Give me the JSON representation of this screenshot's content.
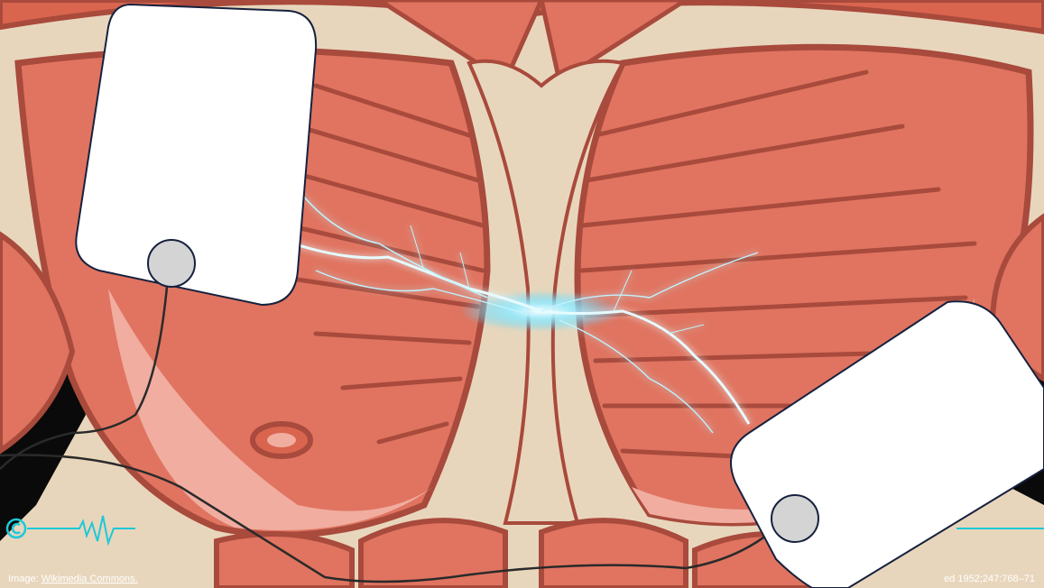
{
  "slide": {
    "image_credit_prefix": "Image: ",
    "image_credit_link": "Wikimedia Commons.",
    "reference_fragment": "ed 1952;247:768–71"
  },
  "icons": {
    "logo": "copyright-style-circle-logo",
    "ecg": "ecg-heartbeat-trace"
  },
  "colors": {
    "background": "#0a0a0a",
    "ecg_line": "#1ec8d8",
    "muscle": "#e07460",
    "muscle_dark": "#a84a3c",
    "muscle_light": "#f0ada0",
    "bone": "#e8d6bc",
    "electrode_pad": "#ffffff",
    "electrode_button": "#d4d4d4",
    "electric_arc": "#bff4ff"
  }
}
